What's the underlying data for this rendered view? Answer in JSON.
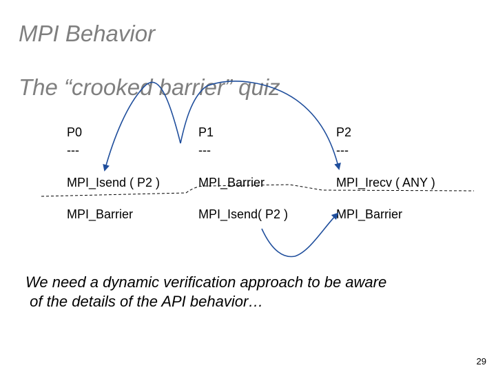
{
  "slide": {
    "title": "MPI Behavior",
    "subtitle": "The “crooked barrier” quiz",
    "conclusion": "We need a dynamic verification approach to be aware\n of the details of the API behavior…",
    "page_number": "29"
  },
  "table": {
    "headers": [
      {
        "name": "P0",
        "dash": "---"
      },
      {
        "name": "P1",
        "dash": "---"
      },
      {
        "name": "P2",
        "dash": "---"
      }
    ],
    "rows": [
      [
        "MPI_Isend ( P2 )",
        "MPI_Barrier",
        "MPI_Irecv ( ANY )"
      ],
      [
        "MPI_Barrier",
        "MPI_Isend( P2 )",
        "MPI_Barrier"
      ]
    ]
  },
  "colors": {
    "arrow": "#1f4e9c",
    "title_text": "#7f7f7f",
    "barrier_line": "#000000"
  }
}
